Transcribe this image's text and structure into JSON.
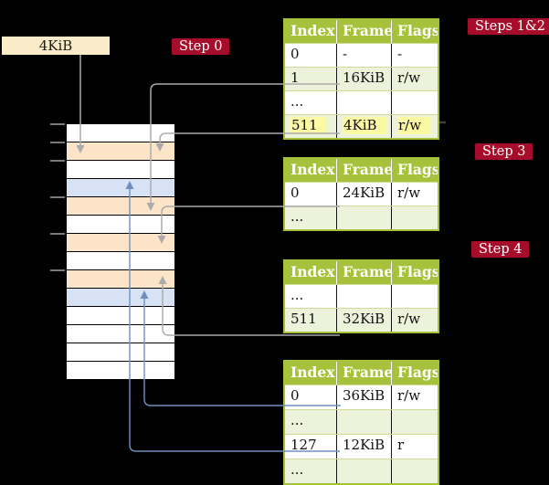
{
  "page_size_box": {
    "label": "4KiB"
  },
  "step_badges": {
    "step0": "Step 0",
    "steps12": "Steps 1&2",
    "step3": "Step 3",
    "step4": "Step 4"
  },
  "memory": {
    "rows": [
      {
        "color": "white"
      },
      {
        "color": "peach"
      },
      {
        "color": "white"
      },
      {
        "color": "blue"
      },
      {
        "color": "peach"
      },
      {
        "color": "white"
      },
      {
        "color": "peach"
      },
      {
        "color": "white"
      },
      {
        "color": "peach"
      },
      {
        "color": "blue"
      },
      {
        "color": "white"
      },
      {
        "color": "white"
      },
      {
        "color": "white"
      },
      {
        "color": "white"
      }
    ]
  },
  "tables": [
    {
      "name": "page-table-steps-1-2",
      "headers": [
        "Index",
        "Frame",
        "Flags"
      ],
      "rows": [
        {
          "cells": [
            "0",
            "-",
            "-"
          ]
        },
        {
          "cells": [
            "1",
            "16KiB",
            "r/w"
          ]
        },
        {
          "cells": [
            "...",
            "",
            ""
          ]
        },
        {
          "cells": [
            "511",
            "4KiB",
            "r/w"
          ],
          "highlight": true
        }
      ]
    },
    {
      "name": "page-table-step-3",
      "headers": [
        "Index",
        "Frame",
        "Flags"
      ],
      "rows": [
        {
          "cells": [
            "0",
            "24KiB",
            "r/w"
          ]
        },
        {
          "cells": [
            "...",
            "",
            ""
          ]
        }
      ]
    },
    {
      "name": "page-table-step-4",
      "headers": [
        "Index",
        "Frame",
        "Flags"
      ],
      "rows": [
        {
          "cells": [
            "...",
            "",
            ""
          ]
        },
        {
          "cells": [
            "511",
            "32KiB",
            "r/w"
          ]
        }
      ]
    },
    {
      "name": "page-table-final",
      "headers": [
        "Index",
        "Frame",
        "Flags"
      ],
      "rows": [
        {
          "cells": [
            "0",
            "36KiB",
            "r/w"
          ]
        },
        {
          "cells": [
            "...",
            "",
            ""
          ]
        },
        {
          "cells": [
            "127",
            "12KiB",
            "r"
          ]
        },
        {
          "cells": [
            "...",
            "",
            ""
          ]
        }
      ]
    }
  ],
  "colors": {
    "background": "#000000",
    "table_header_green": "#A6C23C",
    "table_row_green": "#EDF2DB",
    "memory_peach": "#FCE4C8",
    "memory_blue": "#D7E2F4",
    "page_size_cream": "#FAECC8",
    "badge_red": "#A60D2B",
    "highlight_yellow": "#FBF9A3",
    "gray_arrow": "#ABABAB",
    "blue_arrow": "#6E90C0"
  }
}
